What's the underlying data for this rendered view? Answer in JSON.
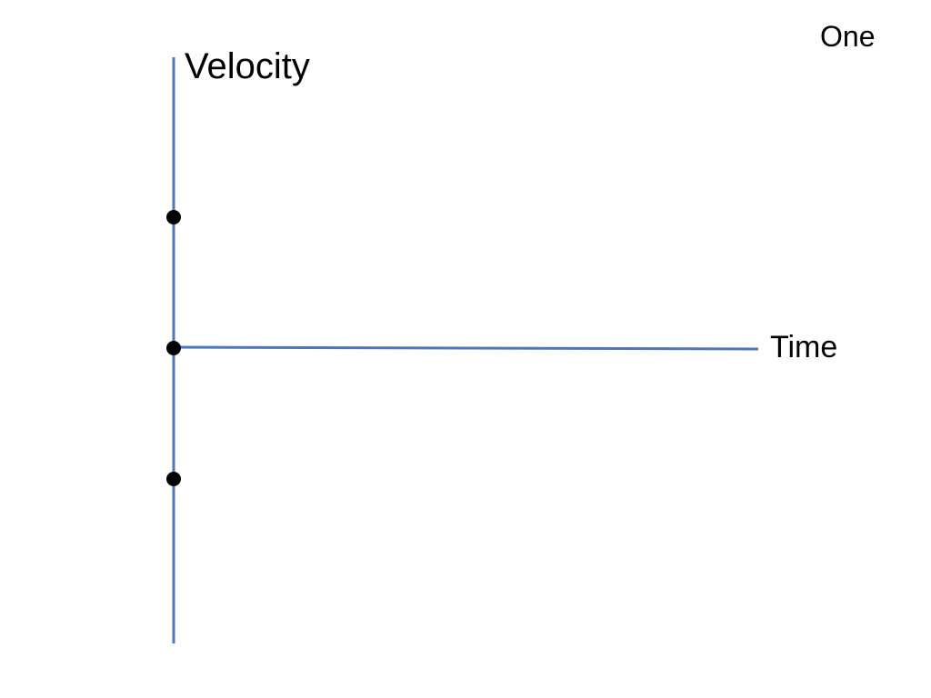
{
  "slide": {
    "label": "One"
  },
  "axes": {
    "y_label": "Velocity",
    "x_label": "Time",
    "axis_color": "#4f76b8",
    "dot_color": "#000000"
  },
  "dots": [
    {
      "name": "dot-positive",
      "value": 1
    },
    {
      "name": "dot-zero",
      "value": 0
    },
    {
      "name": "dot-negative",
      "value": -1
    }
  ]
}
